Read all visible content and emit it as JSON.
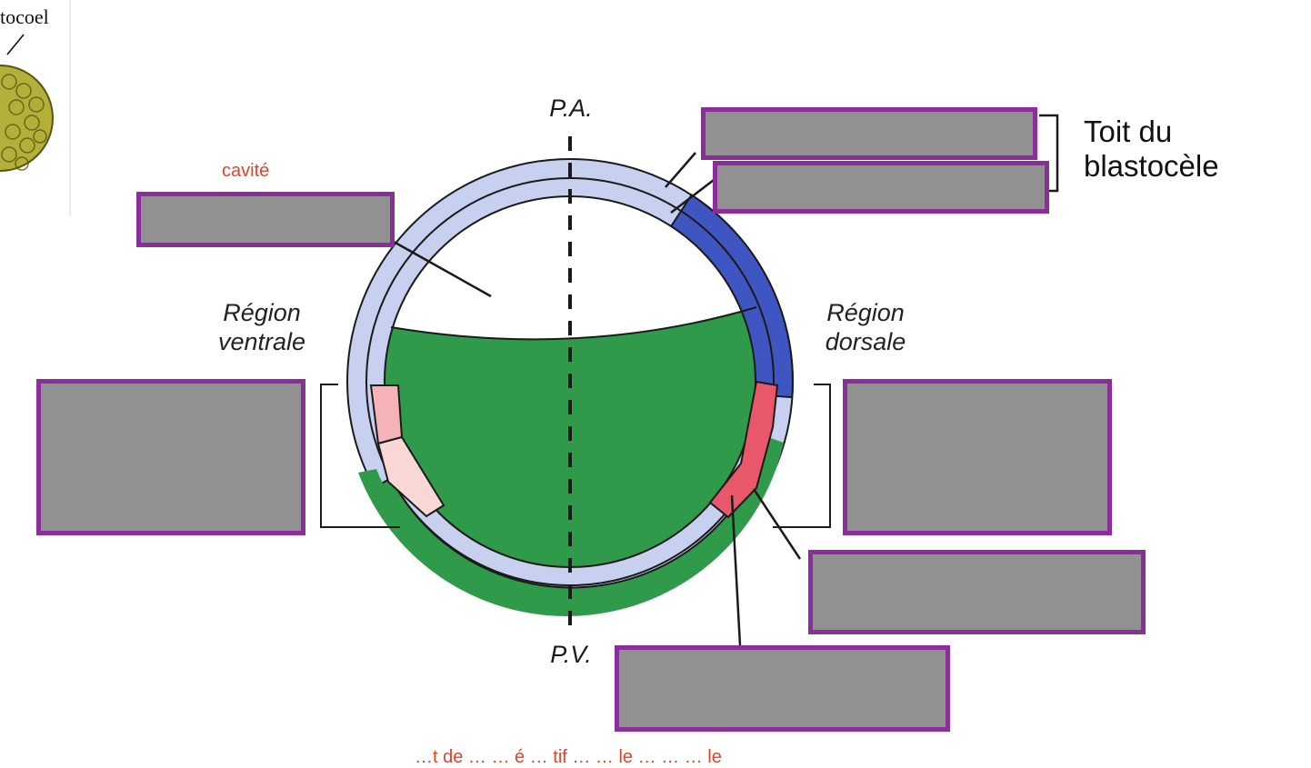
{
  "thumbnail": {
    "label": "tocoel"
  },
  "labels": {
    "pole_animal": "P.A.",
    "pole_vegetal": "P.V.",
    "region_ventral": [
      "Région",
      "ventrale"
    ],
    "region_dorsal": [
      "Région",
      "dorsale"
    ],
    "roof": [
      "Toit du",
      "blastocèle"
    ]
  },
  "hints": {
    "cavity": "cavité",
    "bottom": "…t de … … é … tif … … le … … … le"
  },
  "answer_boxes": [
    {
      "id": "roof-upper"
    },
    {
      "id": "roof-lower"
    },
    {
      "id": "cavity"
    },
    {
      "id": "ventral"
    },
    {
      "id": "dorsal"
    },
    {
      "id": "dorsal-lower-line"
    },
    {
      "id": "bottom-line"
    }
  ],
  "colors": {
    "ectoderm_light": "#c8d0f0",
    "ectoderm_dark": "#3f55c2",
    "endoderm_green": "#2f9a4a",
    "mesoderm_red": "#e8586a",
    "mesoderm_pink": "#f5b3b7",
    "mesoderm_pale": "#f9d7d5",
    "box_border": "#8a2f9a",
    "box_fill": "#919191",
    "hint_red": "#e0452b"
  }
}
